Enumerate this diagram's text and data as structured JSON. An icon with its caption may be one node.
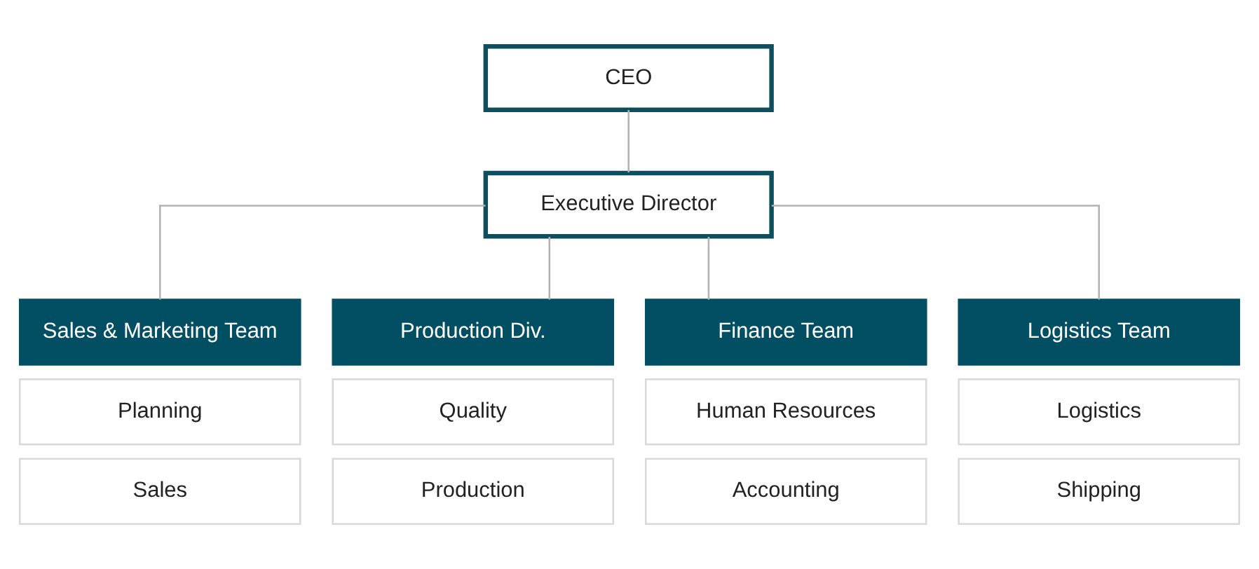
{
  "diagram": {
    "nodes": [
      {
        "text": [
          "CEO"
        ]
      },
      {
        "text": [
          "Executive Director"
        ]
      },
      {
        "text": [
          "Sales & Marketing Team"
        ]
      },
      {
        "text": [
          "Planning"
        ]
      },
      {
        "text": [
          "Sales"
        ]
      },
      {
        "text": [
          "Production Div."
        ]
      },
      {
        "text": [
          "Quality"
        ]
      },
      {
        "text": [
          "Production"
        ]
      },
      {
        "text": [
          "Finance Team"
        ]
      },
      {
        "text": [
          "Human Resources"
        ]
      },
      {
        "text": [
          "Accounting"
        ]
      },
      {
        "text": [
          "Logistics Team"
        ]
      },
      {
        "text": [
          "Logistics"
        ]
      },
      {
        "text": [
          "Shipping"
        ]
      }
    ],
    "edges": [
      {
        "from": 0,
        "to": 1,
        "arrow": "none"
      },
      {
        "from": 1,
        "to": 2,
        "arrow": "none"
      },
      {
        "from": 1,
        "to": 5,
        "arrow": "none"
      },
      {
        "from": 1,
        "to": 8,
        "arrow": "none"
      },
      {
        "from": 1,
        "to": 11,
        "arrow": "none"
      }
    ]
  }
}
